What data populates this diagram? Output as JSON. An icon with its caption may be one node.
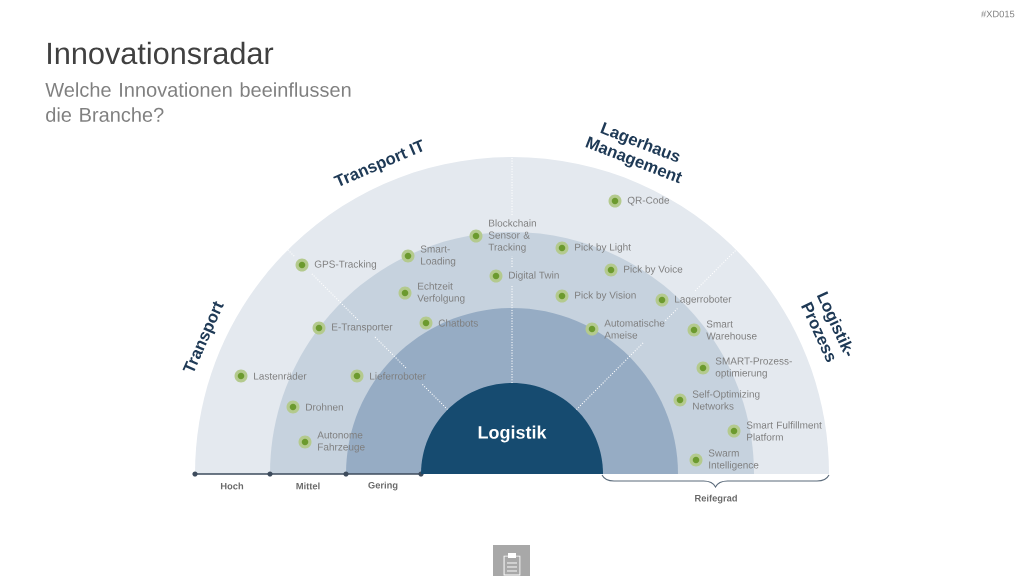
{
  "diagram": {
    "title": "Innovationsradar",
    "nodes": [
      {
        "text": [
          "Logistik"
        ]
      }
    ],
    "labels": [
      "#XD015",
      "Welche Innovationen beeinflussen die Branche?",
      "Transport IT",
      "Lagerhaus Management",
      "QR-Code",
      "Blockchain Sensor & Tracking",
      "Pick by Light",
      "Smart- Loading",
      "GPS-Tracking",
      "Pick by Voice",
      "Digital Twin",
      "Echtzeit Verfolgung",
      "Pick by Vision",
      "Lagerroboter",
      "Transport",
      "E-Transporter",
      "Chatbots",
      "Automatische Ameise",
      "Smart Warehouse",
      "Logistik- Prozess",
      "SMART-Prozess- optimierung",
      "Lastenräder",
      "Lieferroboter",
      "Self-Optimizing Networks",
      "Drohnen",
      "Smart Fulfillment Platform",
      "Autonome Fahrzeuge",
      "Swarm Intelligence",
      "Hoch",
      "Mittel",
      "Gering",
      "Reifegrad"
    ]
  }
}
